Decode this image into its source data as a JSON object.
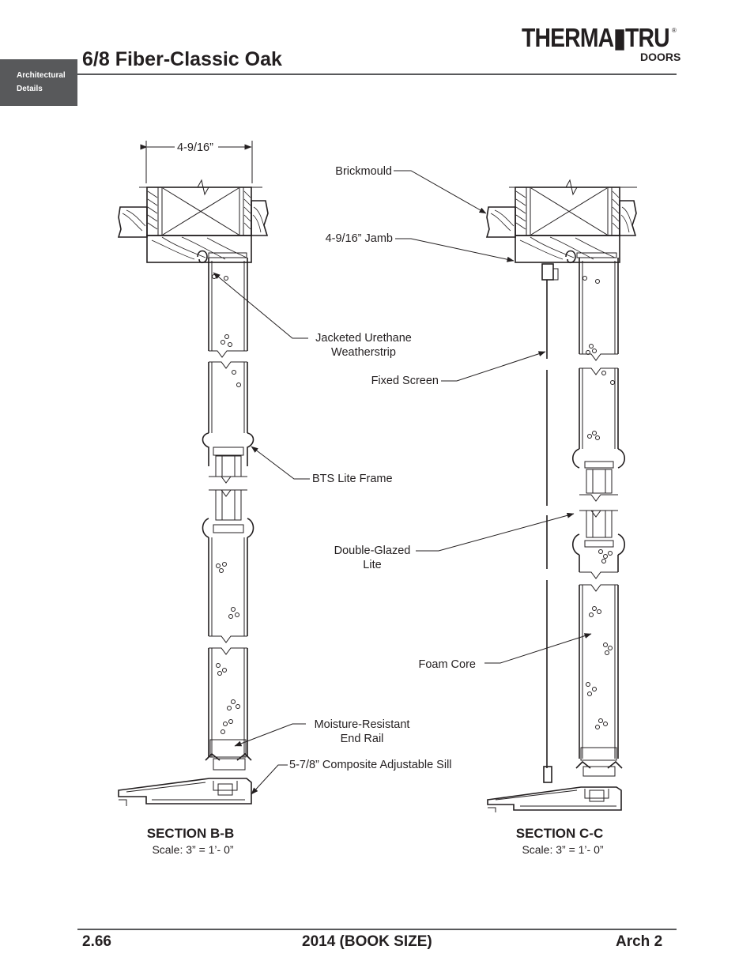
{
  "header": {
    "tab_line1": "Architectural",
    "tab_line2": "Details",
    "title": "6/8 Fiber-Classic Oak",
    "logo_main": "THERMA▮TRU",
    "logo_sub": "DOORS",
    "logo_reg": "®"
  },
  "dimension": {
    "width": "4-9/16”"
  },
  "callouts": {
    "brickmould": "Brickmould",
    "jamb": "4-9/16” Jamb",
    "weatherstrip_l1": "Jacketed Urethane",
    "weatherstrip_l2": "Weatherstrip",
    "fixed_screen": "Fixed Screen",
    "lite_frame": "BTS Lite Frame",
    "glazed_l1": "Double-Glazed",
    "glazed_l2": "Lite",
    "foam_core": "Foam Core",
    "end_rail_l1": "Moisture-Resistant",
    "end_rail_l2": "End Rail",
    "sill": "5-7/8” Composite Adjustable Sill"
  },
  "sections": [
    {
      "title": "SECTION B-B",
      "scale": "Scale:  3” = 1’- 0”"
    },
    {
      "title": "SECTION C-C",
      "scale": "Scale:  3” = 1’- 0”"
    }
  ],
  "footer": {
    "page": "2.66",
    "book": "2014 (BOOK SIZE)",
    "chapter": "Arch 2"
  }
}
